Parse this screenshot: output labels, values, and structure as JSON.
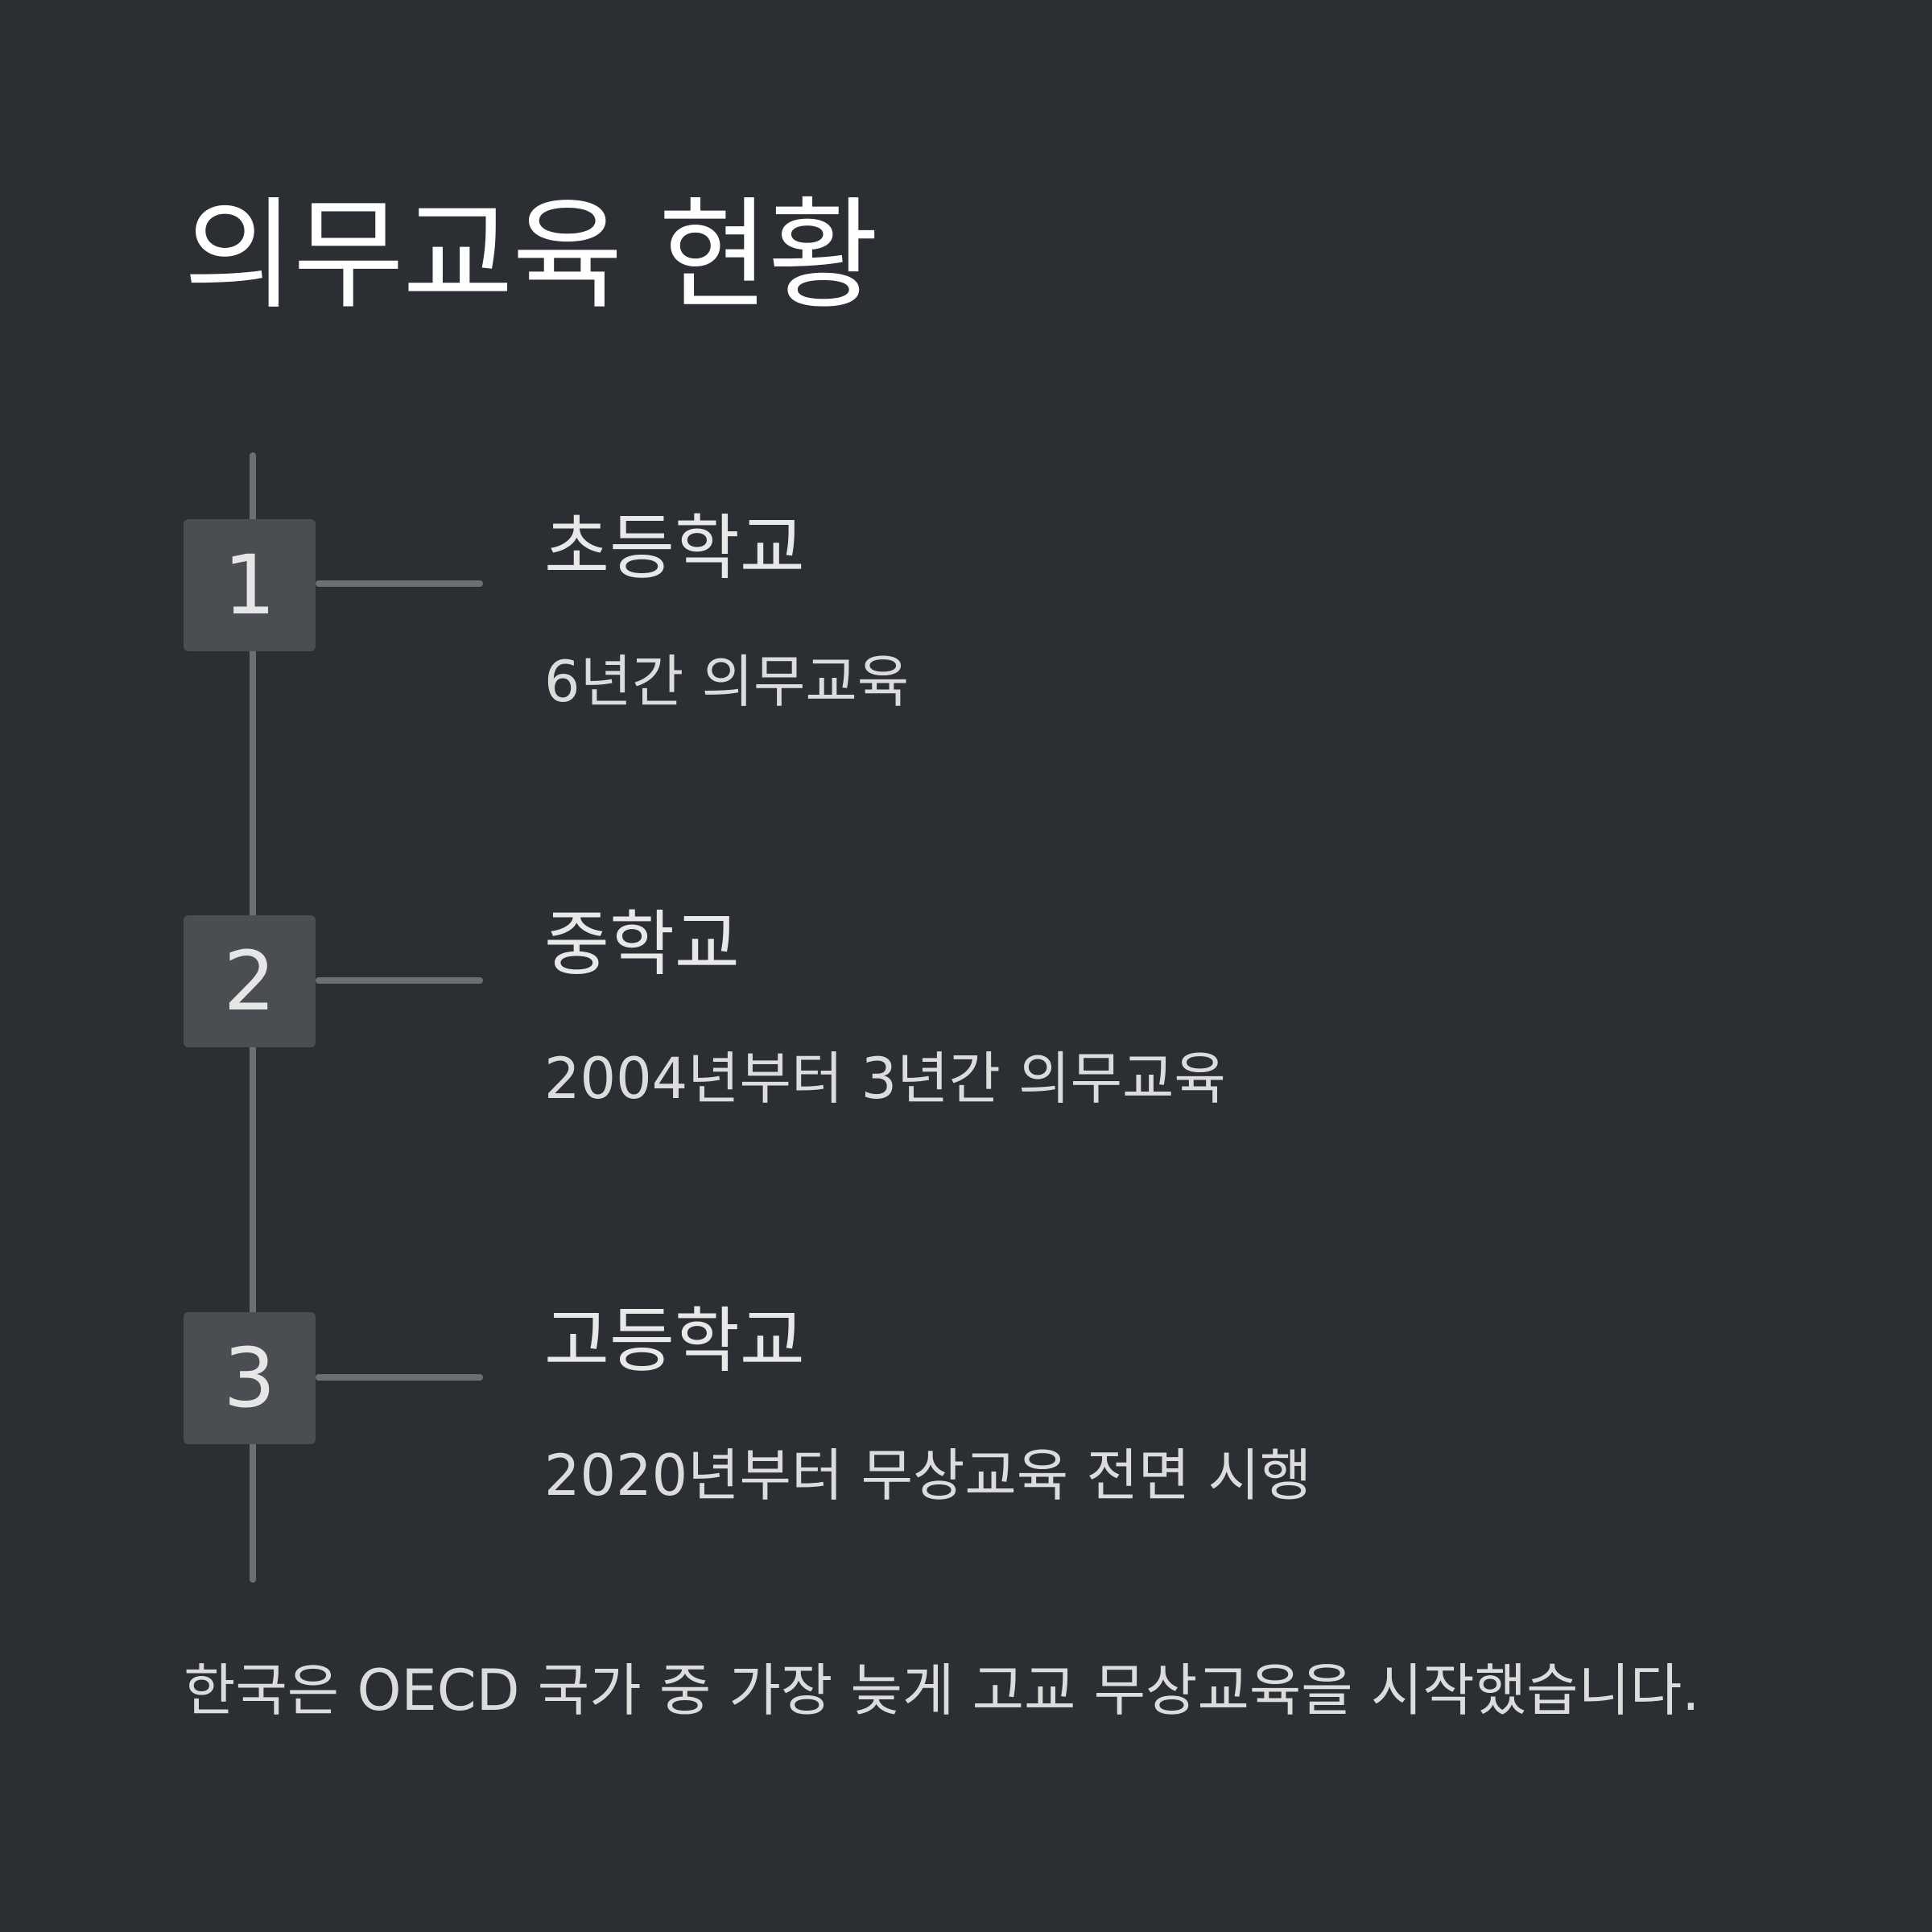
{
  "title": "의무교육 현황",
  "steps": [
    {
      "number": "1",
      "heading": "초등학교",
      "description": "6년간 의무교육"
    },
    {
      "number": "2",
      "heading": "중학교",
      "description": "2004년부터 3년간 의무교육"
    },
    {
      "number": "3",
      "heading": "고등학교",
      "description": "2020년부터 무상교육 전면 시행"
    }
  ],
  "footer": "한국은 OECD 국가 중 가장 늦게 고교 무상교육을 시작했습니다.",
  "colors": {
    "background": "#2b2e32",
    "box": "#4a4e52",
    "line": "#6c6f72",
    "text": "#e8e8e8"
  }
}
